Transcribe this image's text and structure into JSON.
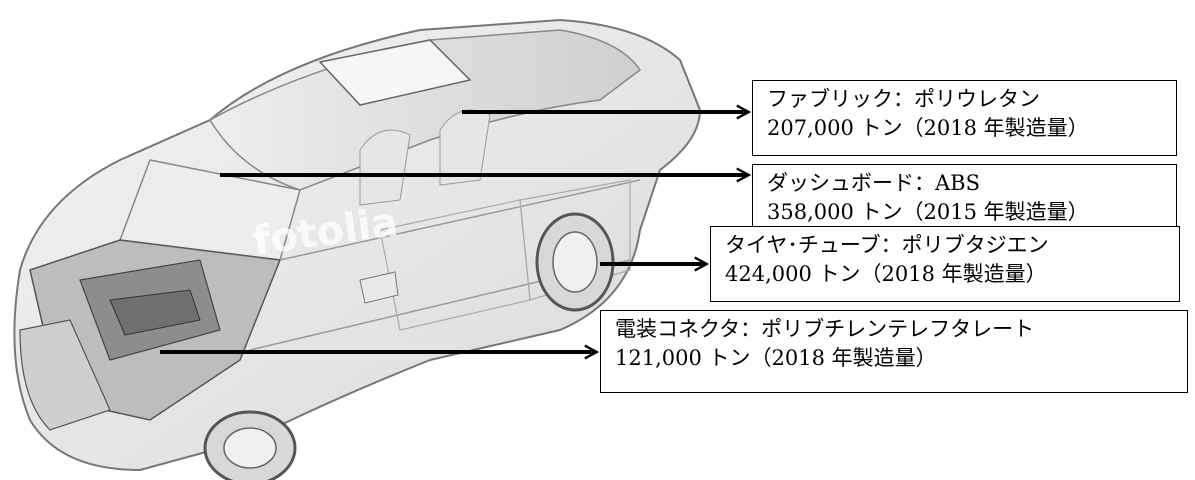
{
  "callouts": [
    {
      "material_line": "ファブリック：ポリウレタン",
      "amount_line": "207,000 トン（2018 年製造量）"
    },
    {
      "material_line": "ダッシュボード：ABS",
      "amount_line": "358,000 トン（2015 年製造量）"
    },
    {
      "material_line": "タイヤ･チューブ：ポリブタジエン",
      "amount_line": "424,000 トン（2018 年製造量）"
    },
    {
      "material_line": "電装コネクタ：ポリブチレンテレフタレート",
      "amount_line": "121,000 トン（2018 年製造量）"
    }
  ],
  "watermark_text": "fotolia"
}
